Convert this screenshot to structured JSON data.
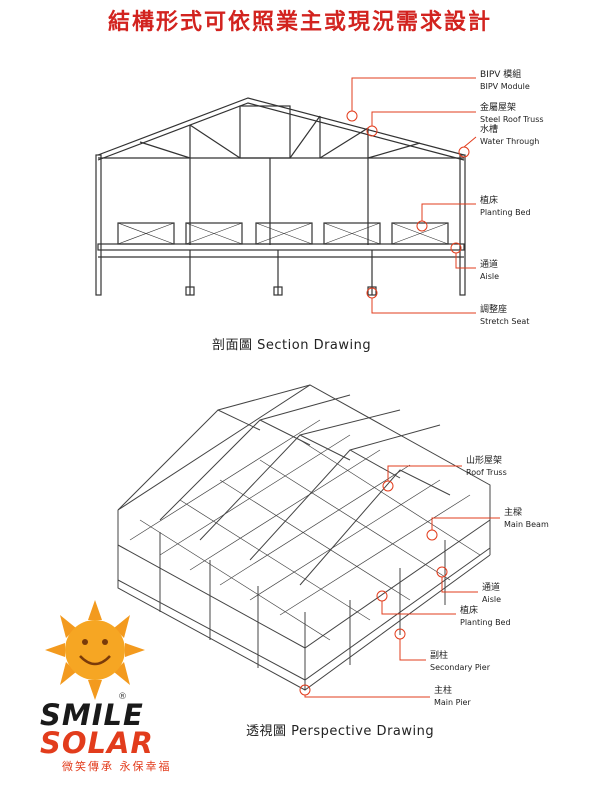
{
  "title": "結構形式可依照業主或現況需求設計",
  "section": {
    "caption": "剖面圖  Section Drawing",
    "labels": [
      {
        "zh": "BIPV 模組",
        "en": "BIPV Module"
      },
      {
        "zh": "金屬屋架",
        "en": "Steel Roof Truss"
      },
      {
        "zh": "水槽",
        "en": "Water Through"
      },
      {
        "zh": "植床",
        "en": "Planting Bed"
      },
      {
        "zh": "通道",
        "en": "Aisle"
      },
      {
        "zh": "調整座",
        "en": "Stretch Seat"
      }
    ]
  },
  "perspective": {
    "caption": "透視圖  Perspective Drawing",
    "labels": [
      {
        "zh": "山形屋架",
        "en": "Roof Truss"
      },
      {
        "zh": "主樑",
        "en": "Main Beam"
      },
      {
        "zh": "通道",
        "en": "Aisle"
      },
      {
        "zh": "植床",
        "en": "Planting Bed"
      },
      {
        "zh": "副柱",
        "en": "Secondary Pier"
      },
      {
        "zh": "主柱",
        "en": "Main Pier"
      }
    ]
  },
  "logo": {
    "line1": "SMILE",
    "line2": "SOLAR",
    "registered": "®",
    "slogan": "微笑傳承  永保幸福"
  },
  "colors": {
    "accent": "#d2231f",
    "callout": "#e23c1c",
    "line": "#333333"
  }
}
